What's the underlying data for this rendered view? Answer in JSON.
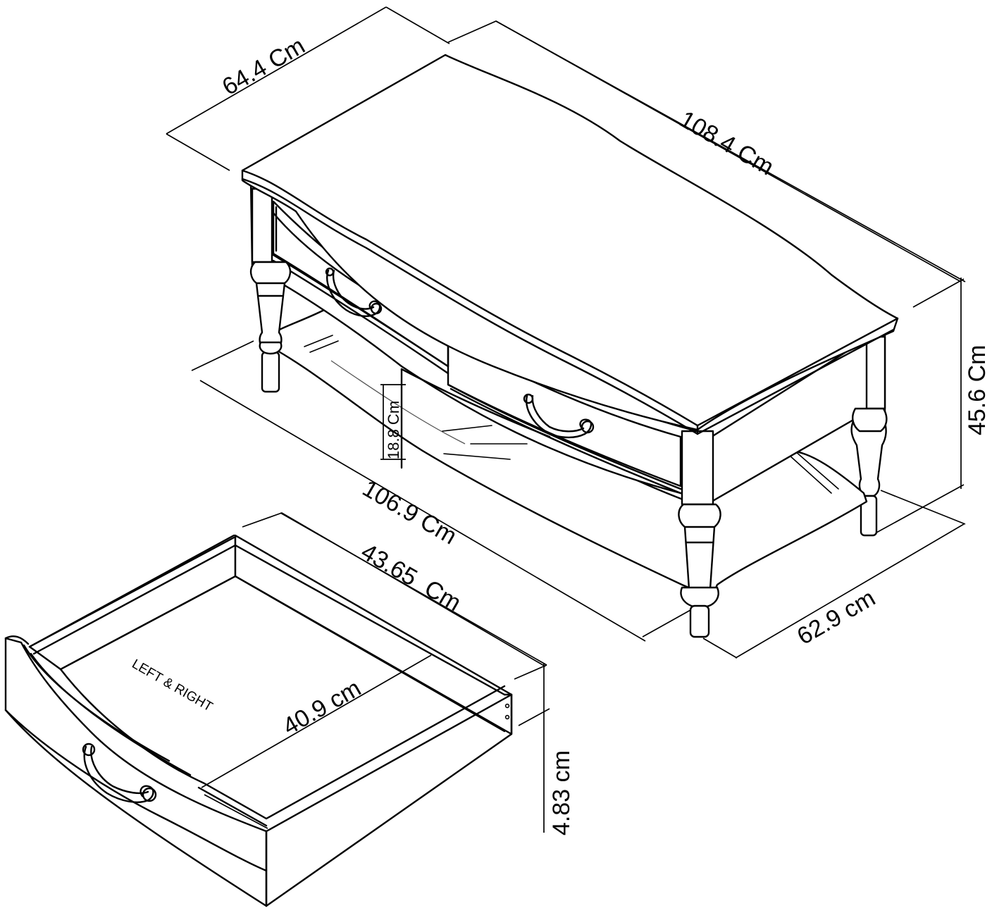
{
  "dimensions": {
    "top_depth": "64.4 Cm",
    "top_width": "108.4 Cm",
    "height": "45.6 Cm",
    "drawer_front_height": "18.8 Cm",
    "frame_width": "106.9 Cm",
    "frame_depth": "62.9 cm",
    "drawer_width": "43.65  Cm",
    "drawer_inner_depth": "40.9 cm",
    "drawer_side_height": "4.83 cm"
  },
  "drawer_label": "LEFT & RIGHT"
}
